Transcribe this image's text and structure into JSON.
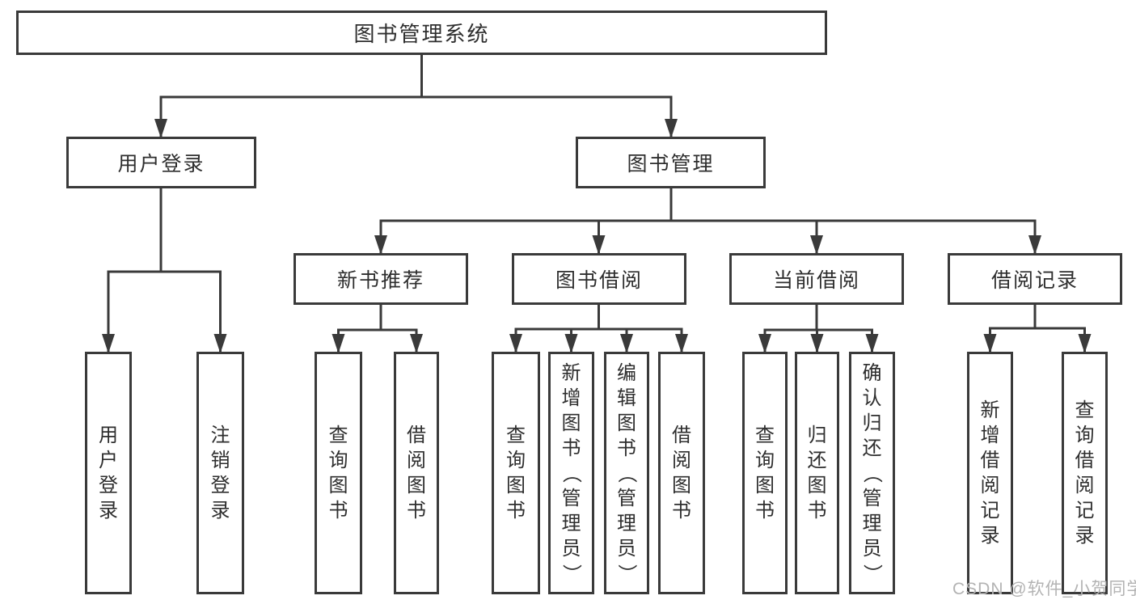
{
  "nodes": {
    "root": "图书管理系统",
    "user_login_group": "用户登录",
    "book_management_group": "图书管理",
    "new_book_recommend": "新书推荐",
    "book_borrow": "图书借阅",
    "current_borrow": "当前借阅",
    "borrow_records": "借阅记录",
    "leaves": {
      "user_login": "用户登录",
      "logout": "注销登录",
      "nbr_query_books": "查询图书",
      "nbr_borrow_books": "借阅图书",
      "bb_query_books": "查询图书",
      "bb_add_books_admin": "新增图书（管理员）",
      "bb_edit_books_admin": "编辑图书（管理员）",
      "bb_borrow_books": "借阅图书",
      "cb_query_books": "查询图书",
      "cb_return_books": "归还图书",
      "cb_confirm_return_admin": "确认归还（管理员）",
      "br_add_record": "新增借阅记录",
      "br_query_record": "查询借阅记录"
    }
  },
  "watermark": "CSDN @软件_小贺同学",
  "colors": {
    "line": "#3a3a3a",
    "box_border": "#3a3a3a",
    "text": "#2e2e2e",
    "watermark": "#b3b3b3",
    "background": "#ffffff"
  }
}
